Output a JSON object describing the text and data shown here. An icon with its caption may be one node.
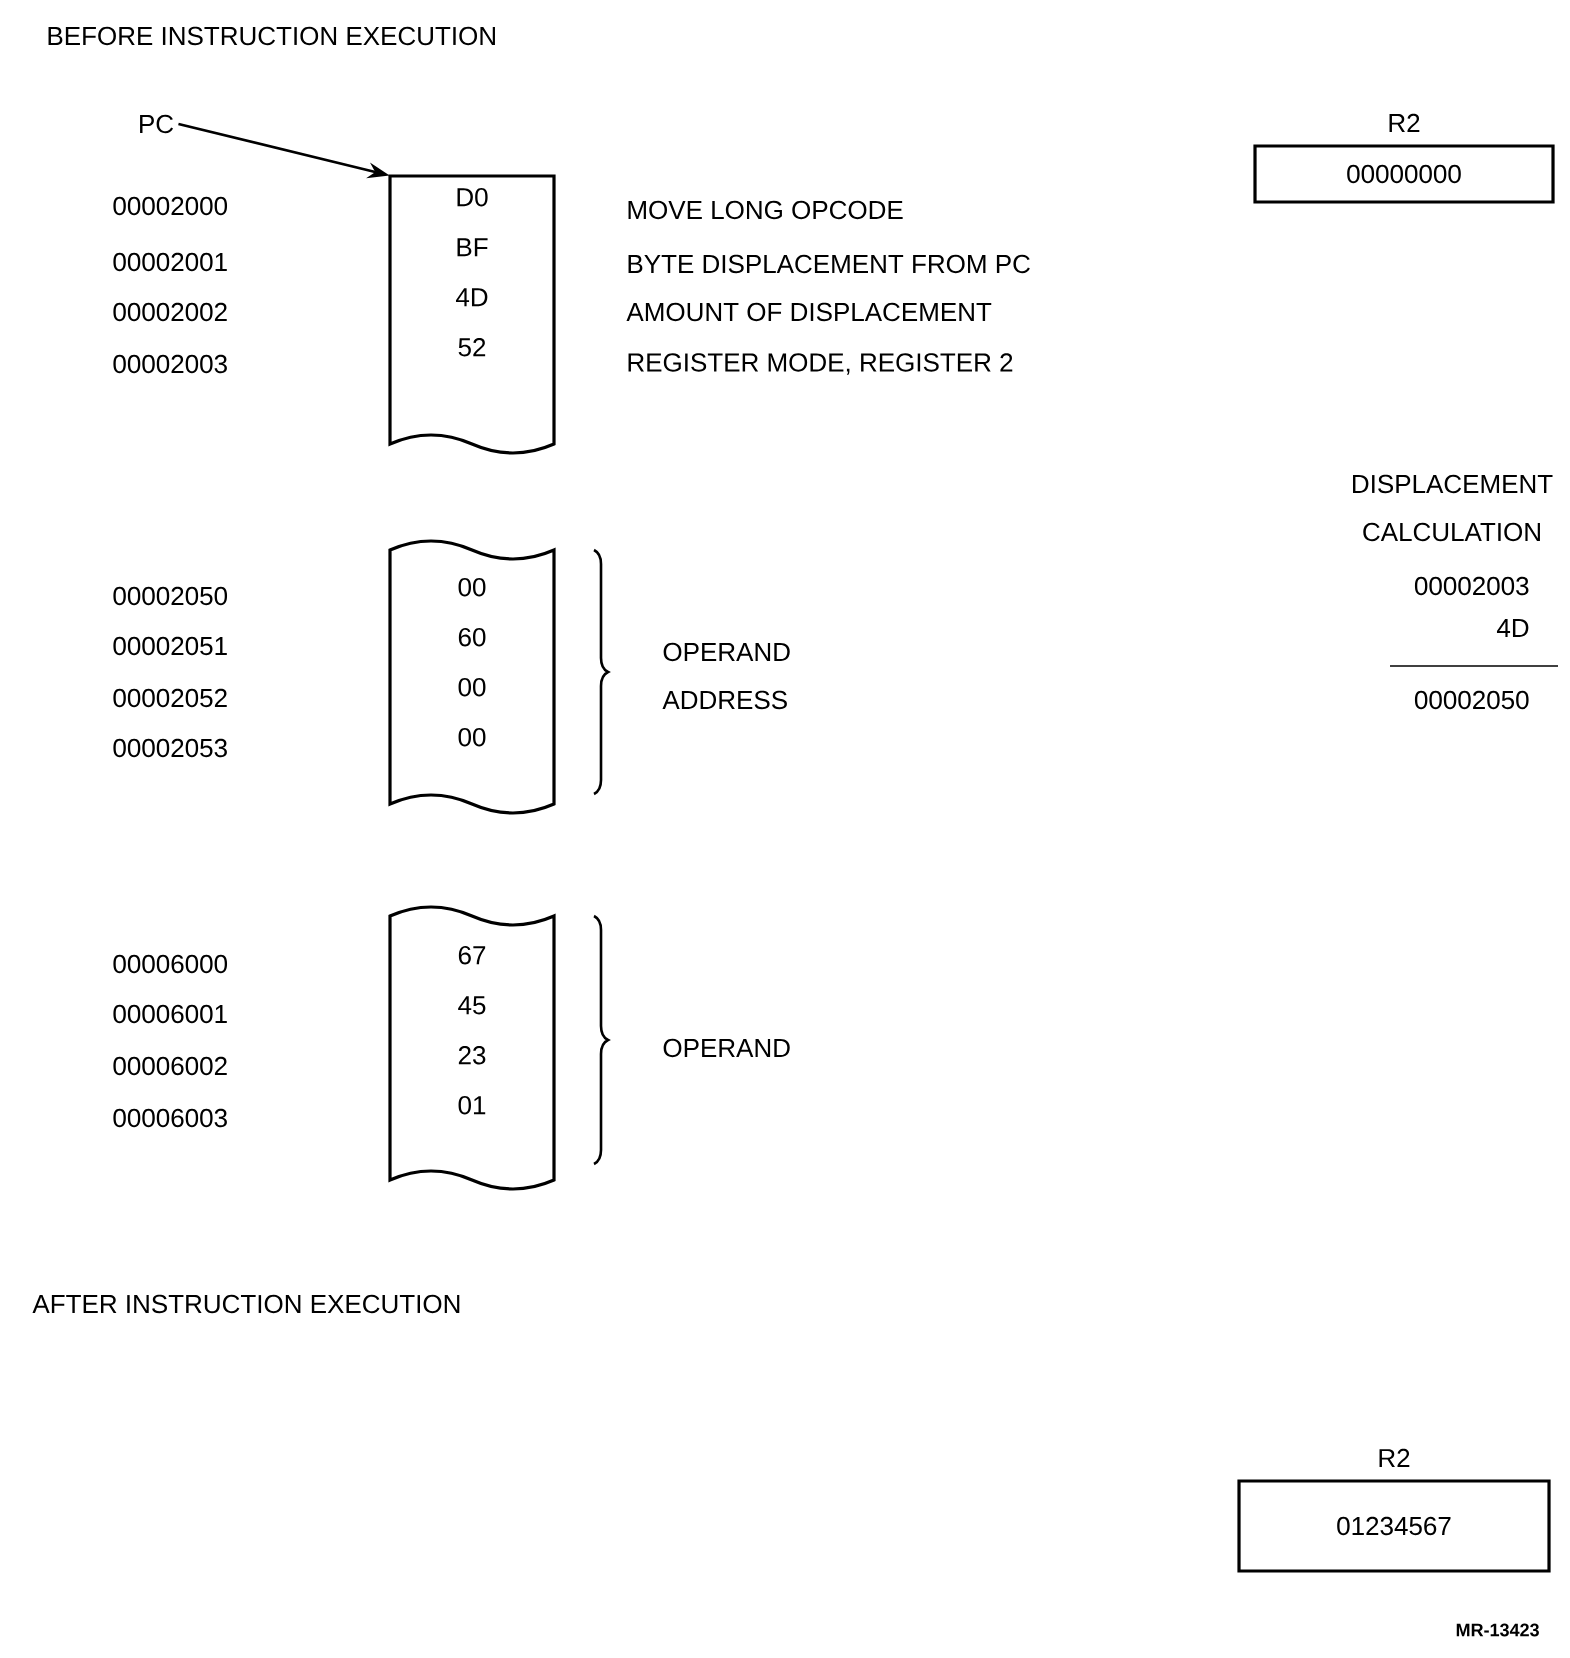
{
  "diagram": {
    "nodes": [
      {
        "text": [
          "PC"
        ]
      },
      {
        "text": [
          "D0",
          "BF",
          "4D",
          "52"
        ]
      },
      {
        "text": [
          "00",
          "60",
          "00",
          "00"
        ]
      },
      {
        "text": [
          "67",
          "45",
          "23",
          "01"
        ]
      },
      {
        "text": [
          "R2",
          "00000000"
        ]
      },
      {
        "text": [
          "R2",
          "01234567"
        ]
      }
    ],
    "edges": [
      {
        "from": 0,
        "to": 1,
        "arrow": "to"
      }
    ],
    "labels": [
      "BEFORE INSTRUCTION EXECUTION",
      "00002000",
      "MOVE LONG OPCODE",
      "00002001",
      "BYTE DISPLACEMENT FROM PC",
      "00002002",
      "AMOUNT OF DISPLACEMENT",
      "00002003",
      "REGISTER MODE, REGISTER 2",
      "DISPLACEMENT CALCULATION",
      "00002003",
      "4D",
      "00002050",
      "00002050",
      "00002051",
      "OPERAND ADDRESS",
      "00002052",
      "00002053",
      "00006000",
      "00006001",
      "OPERAND",
      "00006002",
      "00006003",
      "AFTER INSTRUCTION EXECUTION",
      "MR-13423"
    ]
  }
}
